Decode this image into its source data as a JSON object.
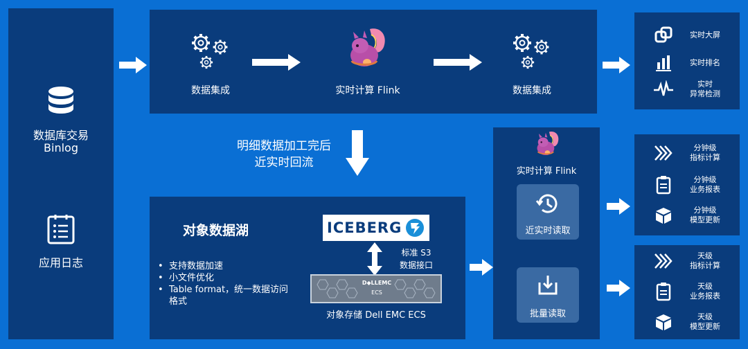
{
  "sources": {
    "db_label_line1": "数据库交易",
    "db_label_line2": "Binlog",
    "log_label": "应用日志"
  },
  "pipeline": {
    "step1": "数据集成",
    "step2": "实时计算 Flink",
    "step3": "数据集成"
  },
  "realtime_outputs": [
    {
      "icon": "copy-icon",
      "lines": [
        "实时大屏"
      ]
    },
    {
      "icon": "bar-chart-icon",
      "lines": [
        "实时排名"
      ]
    },
    {
      "icon": "pulse-icon",
      "lines": [
        "实时",
        "异常检测"
      ]
    }
  ],
  "backflow": {
    "line1": "明细数据加工完后",
    "line2": "近实时回流"
  },
  "lake": {
    "title": "对象数据湖",
    "bullets": [
      "支持数据加速",
      "小文件优化",
      "Table format，统一数据访问",
      "格式"
    ],
    "iceberg_logo": "ICEBERG",
    "s3_line1": "标准 S3",
    "s3_line2": "数据接口",
    "server_brand": "D◆LLEMC",
    "server_sub": "ECS",
    "storage_label": "对象存储 Dell EMC ECS"
  },
  "flink_read": {
    "title": "实时计算 Flink",
    "near_realtime": "近实时读取",
    "batch": "批量读取"
  },
  "minute_outputs": [
    {
      "icon": "chevrons-icon",
      "lines": [
        "分钟级",
        "指标计算"
      ]
    },
    {
      "icon": "clipboard-icon",
      "lines": [
        "分钟级",
        "业务报表"
      ]
    },
    {
      "icon": "cube-icon",
      "lines": [
        "分钟级",
        "模型更新"
      ]
    }
  ],
  "day_outputs": [
    {
      "icon": "chevrons-icon",
      "lines": [
        "天级",
        "指标计算"
      ]
    },
    {
      "icon": "clipboard-icon",
      "lines": [
        "天级",
        "业务报表"
      ]
    },
    {
      "icon": "cube-icon",
      "lines": [
        "天级",
        "模型更新"
      ]
    }
  ]
}
